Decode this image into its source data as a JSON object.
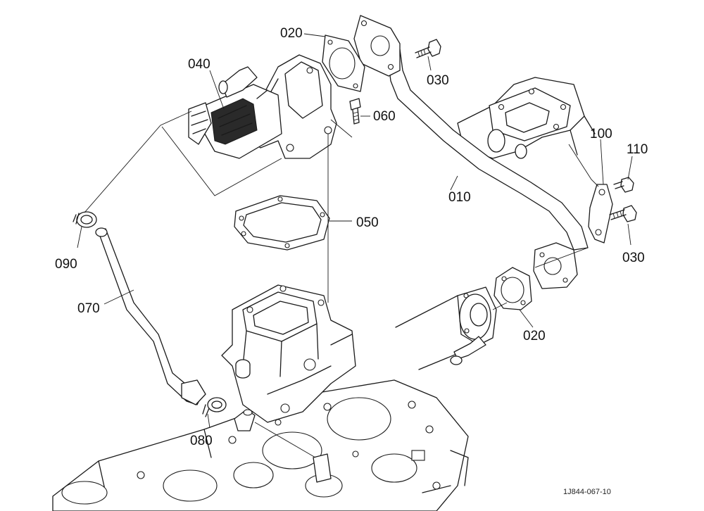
{
  "labels": {
    "p010": "010",
    "p020_top": "020",
    "p020_bottom": "020",
    "p030_top": "030",
    "p030_right": "030",
    "p040": "040",
    "p050": "050",
    "p060": "060",
    "p070": "070",
    "p080": "080",
    "p090": "090",
    "p100": "100",
    "p110": "110"
  },
  "reference_code": "1J844-067-10"
}
